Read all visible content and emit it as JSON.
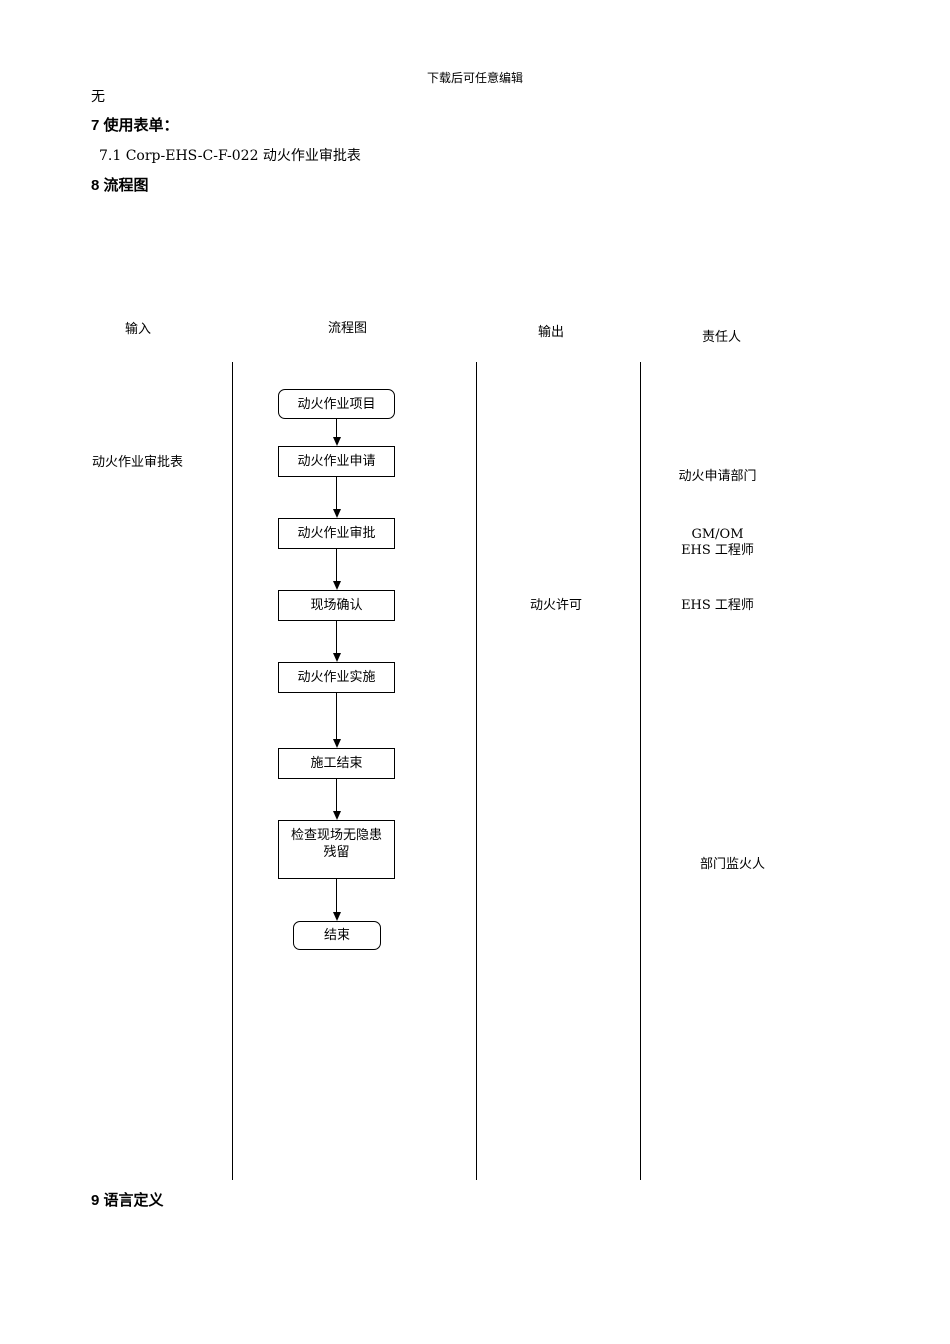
{
  "header_note": "下载后可任意编辑",
  "intro_line": "无",
  "section7": {
    "heading": "7 使用表单：",
    "item": "7.1 Corp-EHS-C-F-022 动火作业审批表"
  },
  "section8": {
    "heading": "8 流程图"
  },
  "columns": {
    "input": "输入",
    "flow": "流程图",
    "output": "输出",
    "owner": "责任人"
  },
  "flow_steps": [
    "动火作业项目",
    "动火作业申请",
    "动火作业审批",
    "现场确认",
    "动火作业实施",
    "施工结束",
    "检查现场无隐患残留",
    "结束"
  ],
  "inputs": {
    "application_form": "动火作业审批表"
  },
  "outputs": {
    "permit": "动火许可"
  },
  "owners": {
    "apply": "动火申请部门",
    "approve": "GM/OM\nEHS 工程师",
    "confirm": "EHS 工程师",
    "check": "部门监火人"
  },
  "section9": {
    "heading": "9 语言定义"
  }
}
